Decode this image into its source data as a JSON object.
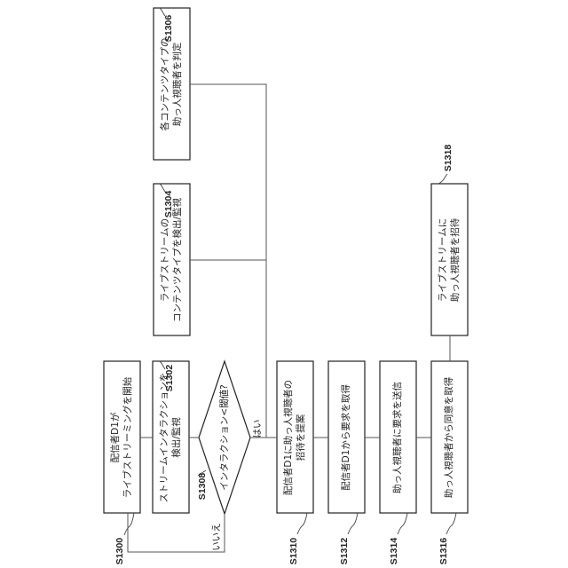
{
  "steps": {
    "s1300": {
      "label": "S1300",
      "text": [
        "配信者D1が",
        "ライブストリーミングを開始"
      ]
    },
    "s1302": {
      "label": "S1302",
      "text": [
        "ストリームインタラクションを",
        "検出/監視"
      ]
    },
    "s1304": {
      "label": "S1304",
      "text": [
        "ライブストリームの",
        "コンテンツタイプを検出/監視"
      ]
    },
    "s1306": {
      "label": "S1306",
      "text": [
        "各コンテンツタイプの",
        "助っ人視聴者を判定"
      ]
    },
    "s1308": {
      "label": "S1308",
      "text": [
        "インタラクション<閾値?"
      ],
      "yes": "はい",
      "no": "いいえ"
    },
    "s1310": {
      "label": "S1310",
      "text": [
        "配信者D1に助っ人視聴者の",
        "招待を提案"
      ]
    },
    "s1312": {
      "label": "S1312",
      "text": [
        "配信者D1から要求を取得"
      ]
    },
    "s1314": {
      "label": "S1314",
      "text": [
        "助っ人視聴者に要求を送信"
      ]
    },
    "s1316": {
      "label": "S1316",
      "text": [
        "助っ人視聴者から同意を取得"
      ]
    },
    "s1318": {
      "label": "S1318",
      "text": [
        "ライブストリームに",
        "助っ人視聴者を招待"
      ]
    }
  }
}
